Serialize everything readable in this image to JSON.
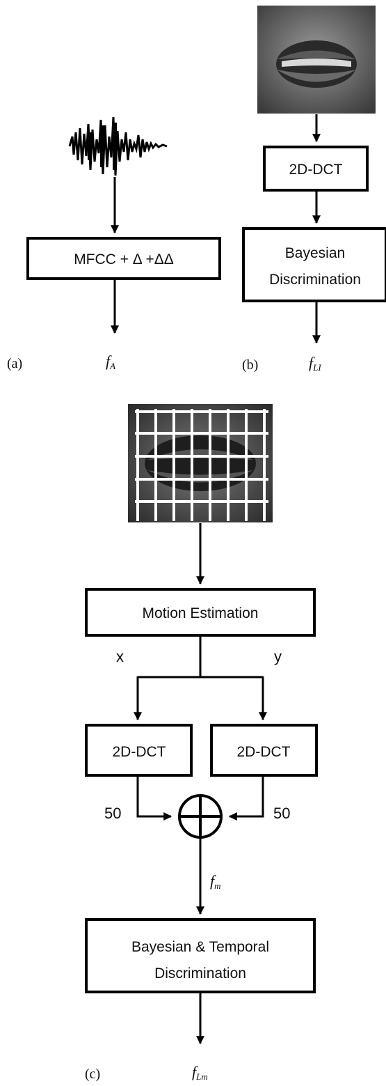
{
  "panel_a": {
    "tag": "(a)",
    "box_label": "MFCC + Δ +ΔΔ",
    "output_var": "f",
    "output_sub": "A",
    "input_icon": "audio-waveform-icon"
  },
  "panel_b": {
    "tag": "(b)",
    "input_icon": "mouth-photo-icon",
    "dct_label": "2D-DCT",
    "bayes_line1": "Bayesian",
    "bayes_line2": "Discrimination",
    "output_var": "f",
    "output_sub": "LI"
  },
  "panel_c": {
    "tag": "(c)",
    "input_icon": "gridded-mouth-photo-icon",
    "motion_label": "Motion Estimation",
    "x_label": "x",
    "y_label": "y",
    "dct_left_label": "2D-DCT",
    "dct_right_label": "2D-DCT",
    "left_count": "50",
    "right_count": "50",
    "combiner_icon": "circled-plus-icon",
    "mid_var": "f",
    "mid_sub": "m",
    "bayes_line1": "Bayesian & Temporal",
    "bayes_line2": "Discrimination",
    "output_var": "f",
    "output_sub": "Lm"
  }
}
